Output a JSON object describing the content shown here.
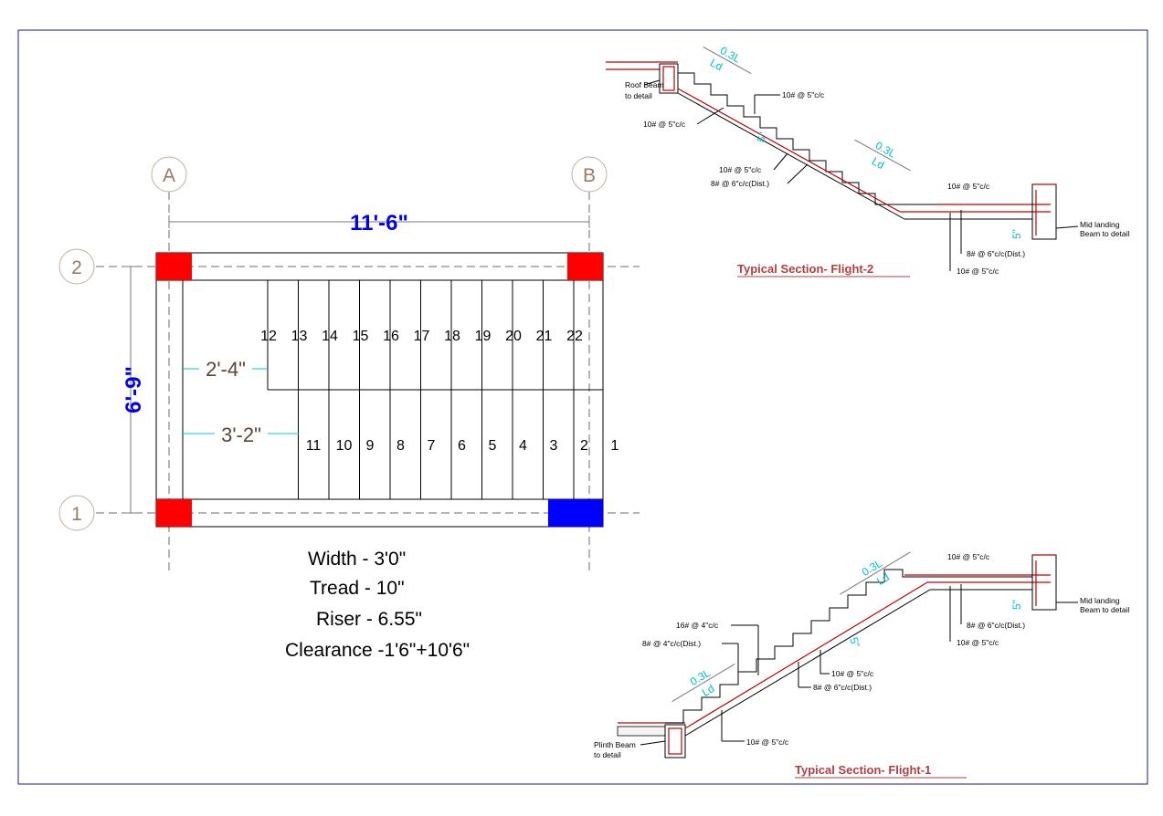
{
  "plan": {
    "grid_labels": {
      "col_a": "A",
      "col_b": "B",
      "row_1": "1",
      "row_2": "2"
    },
    "overall_length": "11'-6\"",
    "overall_width": "6'-9\"",
    "landing_dim_upper": "2'-4\"",
    "landing_dim_lower": "3'-2\"",
    "upper_step_numbers": [
      "12",
      "13",
      "14",
      "15",
      "16",
      "17",
      "18",
      "19",
      "20",
      "21",
      "22"
    ],
    "lower_step_numbers": [
      "11",
      "10",
      "9",
      "8",
      "7",
      "6",
      "5",
      "4",
      "3",
      "2",
      "1"
    ],
    "column_colors": {
      "standard": "#ff0000",
      "special": "#0000ff"
    }
  },
  "specs": {
    "width": "Width   - 3'0\"",
    "tread": "Tread  - 10\"",
    "riser": "Riser  - 6.55\"",
    "clearance": "Clearance  -1'6\"+10'6\""
  },
  "section_flight2": {
    "title": "Typical Section- Flight-2",
    "roof_beam_1": "Roof Beam",
    "roof_beam_2": "to detail",
    "lab_10_top": "10# @ 5\"c/c",
    "lab_10_left": "10# @ 5\"c/c",
    "lab_10_mid": "10# @ 5\"c/c",
    "lab_8_dist": "8# @ 6\"c/c(Dist.)",
    "lab_10_landing": "10# @ 5\"c/c",
    "lab_8_landing": "8# @ 6\"c/c(Dist.)",
    "lab_10_bottom": "10# @ 5\"c/c",
    "mid_landing_1": "Mid landing",
    "mid_landing_2": "Beam to detail",
    "cyan_03L_a": "0.3L",
    "cyan_Ld_a": "Ld",
    "cyan_03L_b": "0.3L",
    "cyan_Ld_b": "Ld",
    "cyan_5_a": "5\"",
    "cyan_5_b": "5\""
  },
  "section_flight1": {
    "title": "Typical Section- Flight-1",
    "lab_10_top": "10# @ 5\"c/c",
    "mid_landing_1": "Mid landing",
    "mid_landing_2": "Beam to detail",
    "lab_8_landing": "8# @ 6\"c/c(Dist.)",
    "lab_10_landing": "10# @ 5\"c/c",
    "lab_16": "16# @ 4\"c/c",
    "lab_8_4": "8# @ 4\"c/c(Dist.)",
    "lab_10_mid": "10# @ 5\"c/c",
    "lab_8_dist": "8# @ 6\"c/c(Dist.)",
    "lab_10_bottom": "10# @ 5\"c/c",
    "plinth_1": "Plinth Beam",
    "plinth_2": "to detail",
    "cyan_03L_a": "0.3L",
    "cyan_Ld_a": "Ld",
    "cyan_03L_b": "0.3L",
    "cyan_Ld_b": "Ld",
    "cyan_5_a": "5\"",
    "cyan_5_b": "5\""
  }
}
